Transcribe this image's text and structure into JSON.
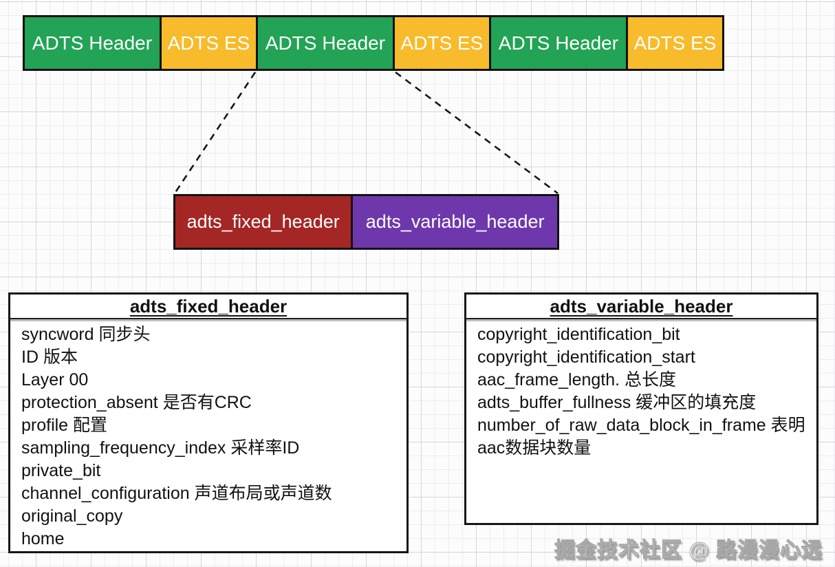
{
  "colors": {
    "header_green": "#22A355",
    "es_yellow": "#F7BB2B",
    "fixed_red": "#A42725",
    "variable_purple": "#6E38AC",
    "line_black": "#111111"
  },
  "stream_row": {
    "blocks": [
      {
        "label": "ADTS Header",
        "kind": "header"
      },
      {
        "label": "ADTS ES",
        "kind": "es"
      },
      {
        "label": "ADTS Header",
        "kind": "header"
      },
      {
        "label": "ADTS ES",
        "kind": "es"
      },
      {
        "label": "ADTS Header",
        "kind": "header"
      },
      {
        "label": "ADTS ES",
        "kind": "es"
      }
    ]
  },
  "expanded_row": {
    "blocks": [
      {
        "label": "adts_fixed_header"
      },
      {
        "label": "adts_variable_header"
      }
    ]
  },
  "fixed_header_table": {
    "title": "adts_fixed_header",
    "items": [
      "syncword 同步头",
      "ID 版本",
      "Layer 00",
      "protection_absent 是否有CRC",
      "profile 配置",
      "sampling_frequency_index 采样率ID",
      "private_bit",
      "channel_configuration 声道布局或声道数",
      "original_copy",
      "home"
    ]
  },
  "variable_header_table": {
    "title": "adts_variable_header",
    "items": [
      "copyright_identification_bit",
      "copyright_identification_start",
      "aac_frame_length. 总长度",
      "adts_buffer_fullness 缓冲区的填充度",
      "number_of_raw_data_block_in_frame 表明aac数据块数量"
    ]
  },
  "watermark": "掘金技术社区 @ 路漫漫心远"
}
